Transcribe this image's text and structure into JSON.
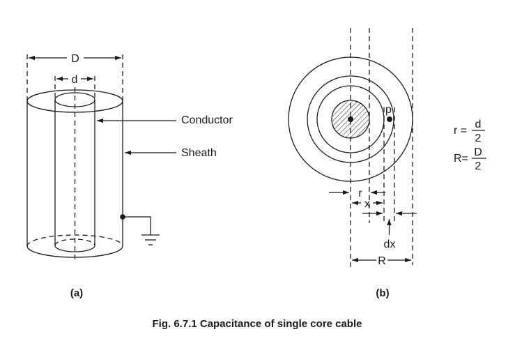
{
  "figure": {
    "caption": "Fig. 6.7.1 Capacitance of single core cable",
    "subfigures": [
      {
        "id": "a",
        "label": "(a)",
        "dimension_labels": {
          "outer_diameter": "D",
          "inner_diameter": "d"
        },
        "callouts": {
          "conductor": "Conductor",
          "sheath": "Sheath"
        },
        "ground_symbol": "ground-icon"
      },
      {
        "id": "b",
        "label": "(b)",
        "point_label": "p",
        "dimension_labels": {
          "radius_inner": "r",
          "radius_x": "x",
          "increment": "dx",
          "radius_outer": "R"
        }
      }
    ],
    "formulas": [
      {
        "lhs": "r =",
        "numerator": "d",
        "denominator": "2"
      },
      {
        "lhs": "R=",
        "numerator": "D",
        "denominator": "2"
      }
    ]
  }
}
